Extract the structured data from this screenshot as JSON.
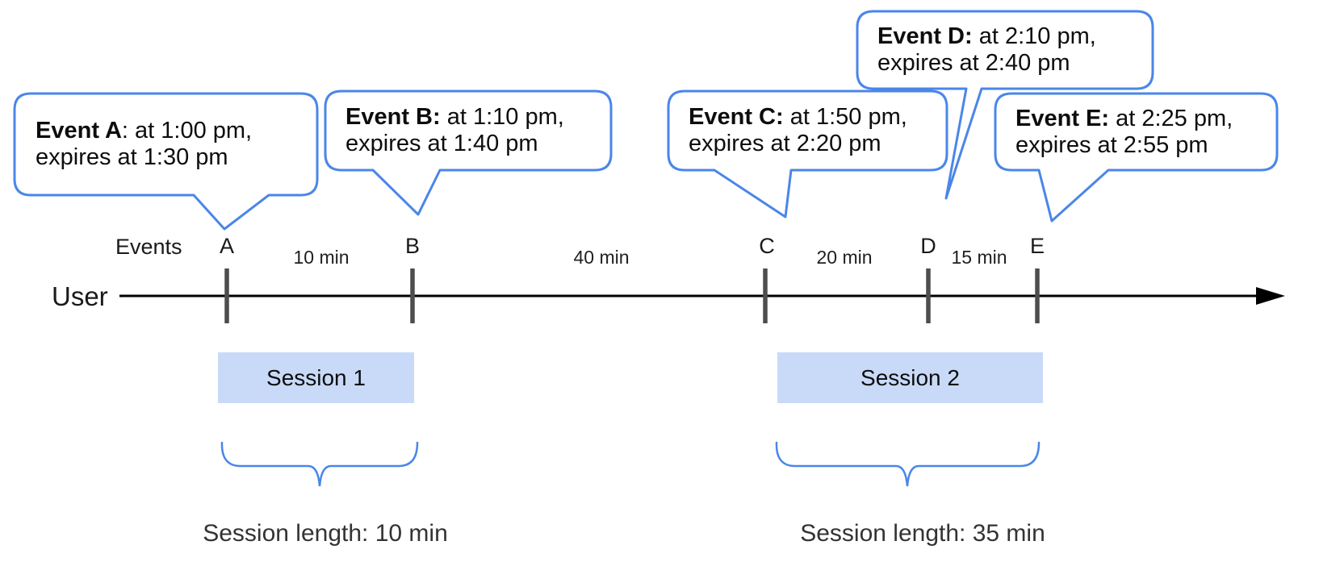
{
  "diagram": {
    "user_label": "User",
    "events_caption": "Events",
    "events": [
      {
        "letter": "A",
        "callout_bold": "Event A",
        "callout_rest": ": at 1:00 pm,",
        "callout_line2": "expires at 1:30 pm"
      },
      {
        "letter": "B",
        "callout_bold": "Event B:",
        "callout_rest": " at 1:10 pm,",
        "callout_line2": "expires at 1:40 pm"
      },
      {
        "letter": "C",
        "callout_bold": "Event C:",
        "callout_rest": " at 1:50 pm,",
        "callout_line2": "expires at 2:20 pm"
      },
      {
        "letter": "D",
        "callout_bold": "Event D:",
        "callout_rest": " at 2:10 pm,",
        "callout_line2": "expires at 2:40 pm"
      },
      {
        "letter": "E",
        "callout_bold": "Event E:",
        "callout_rest": " at 2:25 pm,",
        "callout_line2": "expires at 2:55 pm"
      }
    ],
    "intervals": [
      {
        "label": "10 min"
      },
      {
        "label": "40 min"
      },
      {
        "label": "20 min"
      },
      {
        "label": "15 min"
      }
    ],
    "sessions": [
      {
        "label": "Session 1",
        "length": "Session length: 10 min"
      },
      {
        "label": "Session 2",
        "length": "Session length: 35 min"
      }
    ],
    "colors": {
      "callout_border": "#4a86e8",
      "brace": "#4a86e8",
      "session_fill": "#c9daf8",
      "tick": "#4d4d4d",
      "timeline": "#000000"
    }
  }
}
